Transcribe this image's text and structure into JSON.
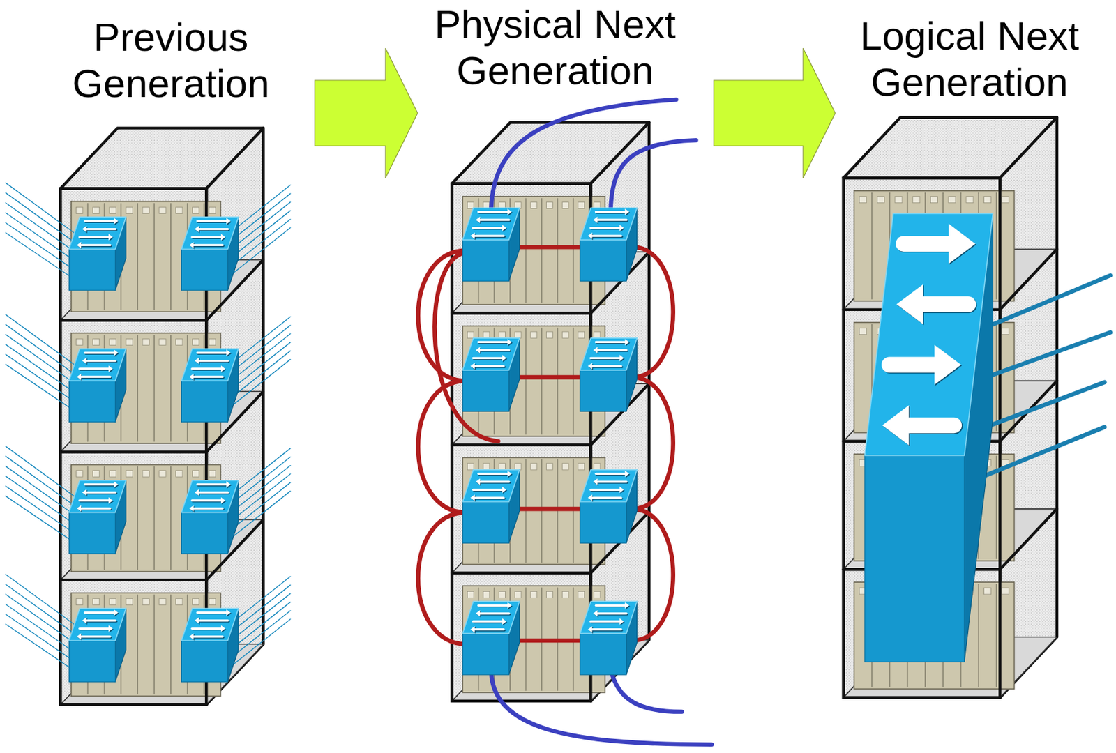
{
  "diagram": {
    "nodes": [
      {
        "text": [
          "Previous Generation"
        ]
      },
      {
        "text": [
          "Physical Next Generation"
        ]
      },
      {
        "text": [
          "Logical Next Generation"
        ]
      }
    ],
    "edges": [
      {
        "from": 0,
        "to": 1,
        "arrow": "to"
      },
      {
        "from": 1,
        "to": 2,
        "arrow": "to"
      }
    ]
  }
}
